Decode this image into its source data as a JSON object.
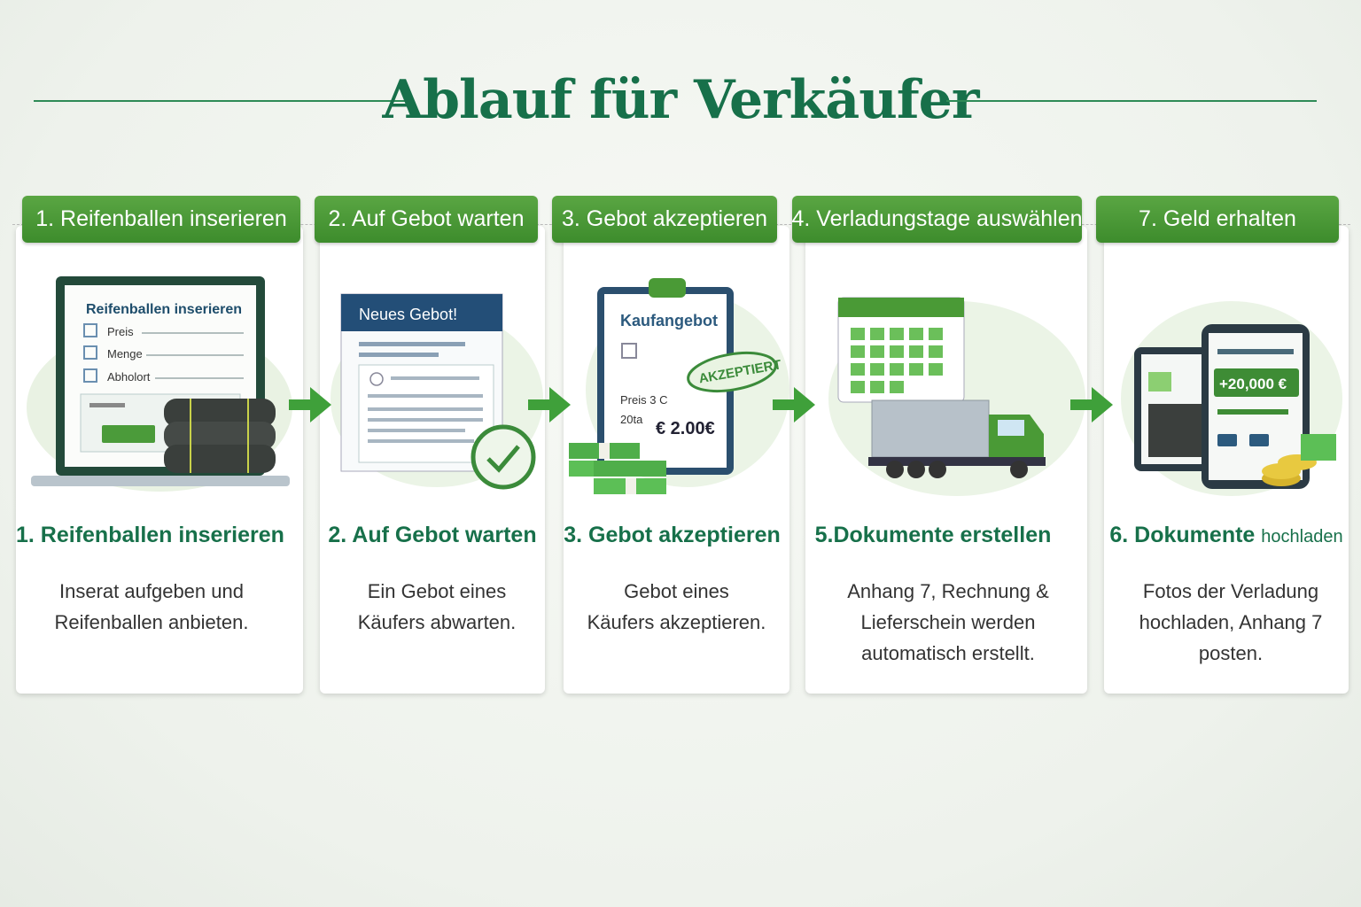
{
  "title": "Ablauf für Verkäufer",
  "steps": [
    {
      "tab": "1. Reifenballen inserieren",
      "heading": "1. Reifenballen inserieren",
      "desc_lines": [
        "Inserat aufgeben und",
        "Reifenballen anbieten."
      ],
      "illustration": {
        "form_title": "Reifenballen inserieren",
        "fields": [
          "Preis",
          "Menge",
          "Abholort"
        ]
      }
    },
    {
      "tab": "2. Auf Gebot warten",
      "heading": "2. Auf Gebot warten",
      "desc_lines": [
        "Ein Gebot eines",
        "Käufers abwarten."
      ],
      "illustration": {
        "banner": "Neues Gebot!"
      }
    },
    {
      "tab": "3. Gebot akzeptieren",
      "heading": "3. Gebot akzeptieren",
      "desc_lines": [
        "Gebot eines",
        "Käufers akzeptieren."
      ],
      "illustration": {
        "doc_title": "Kaufangebot",
        "stamp": "AKZEPTIERT",
        "row1": "Preis   3 C",
        "row2": "20ta",
        "amount": "€ 2.00€"
      }
    },
    {
      "tab": "4. Verladungstage auswählen",
      "heading": "5.Dokumente erstellen",
      "desc_lines": [
        "Anhang 7, Rechnung &",
        "Lieferschein werden",
        "automatisch erstellt."
      ],
      "illustration": {}
    },
    {
      "tab": "7. Geld erhalten",
      "heading": "6. Dokumente",
      "heading_suffix": "hochladen",
      "desc_lines": [
        "Fotos der Verladung",
        "hochladen, Anhang 7",
        "posten."
      ],
      "illustration": {
        "amount": "+20,000 €"
      }
    }
  ],
  "colors": {
    "brand_green": "#17704a",
    "tab_green": "#4a9a36",
    "arrow_green": "#3fa03a"
  }
}
